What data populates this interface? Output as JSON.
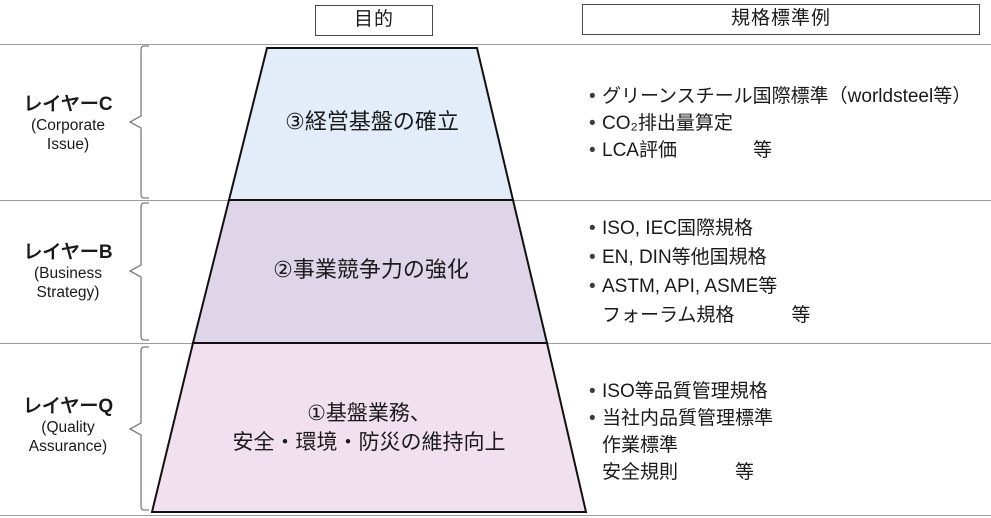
{
  "headers": {
    "purpose": "目的",
    "standards": "規格標準例"
  },
  "bullet_char": "•",
  "colors": {
    "layer_c_fill": "#e2edf9",
    "layer_b_fill": "#ded5e8",
    "layer_q_fill": "#f1e1ef",
    "outline": "#111111"
  },
  "layers": [
    {
      "name": "レイヤーC",
      "sub1": "(Corporate",
      "sub2": "Issue)",
      "purpose": "③経営基盤の確立",
      "standards": [
        "グリーンスチール国際標準（worldsteel等）",
        "CO₂排出量算定",
        "LCA評価　　　　等"
      ]
    },
    {
      "name": "レイヤーB",
      "sub1": "(Business",
      "sub2": "Strategy)",
      "purpose": "②事業競争力の強化",
      "standards": [
        "ISO, IEC国際規格",
        "EN, DIN等他国規格",
        "ASTM, API, ASME等",
        "フォーラム規格　　　等"
      ]
    },
    {
      "name": "レイヤーQ",
      "sub1": "(Quality",
      "sub2": "Assurance)",
      "purpose_line1": "①基盤業務、",
      "purpose_line2": "安全・環境・防災の維持向上",
      "standards": [
        "ISO等品質管理規格",
        "当社内品質管理標準",
        "作業標準",
        "安全規則　　　等"
      ]
    }
  ]
}
